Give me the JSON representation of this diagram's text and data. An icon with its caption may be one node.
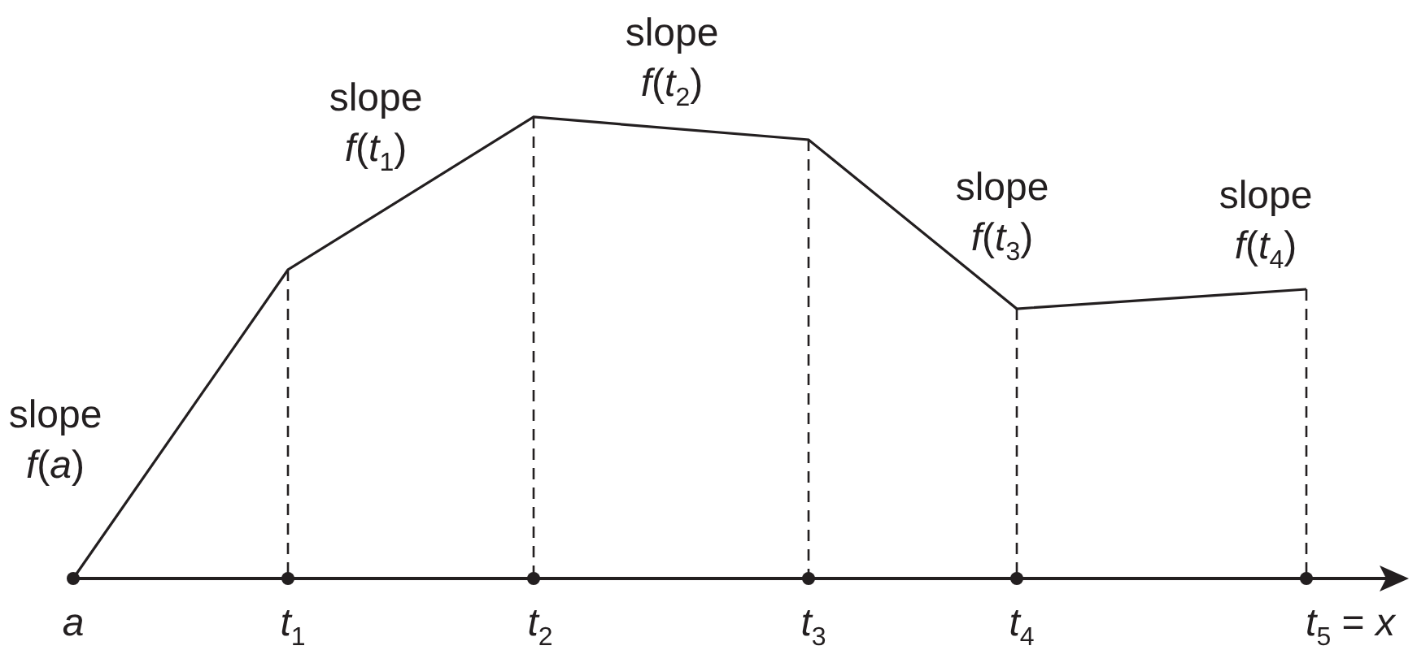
{
  "diagram": {
    "labels": [
      "slope *f*(*a*)",
      "slope *f*(*t*$_{1}$)",
      "slope *f*(*t*$_{2}$)",
      "slope *f*(*t*$_{3}$)",
      "slope *f*(*t*$_{4}$)",
      "*a*",
      "*t*$_{1}$",
      "*t*$_{2}$",
      "*t*$_{3}$",
      "*t*$_{4}$",
      "*t*$_{5}$ = *x*"
    ]
  }
}
